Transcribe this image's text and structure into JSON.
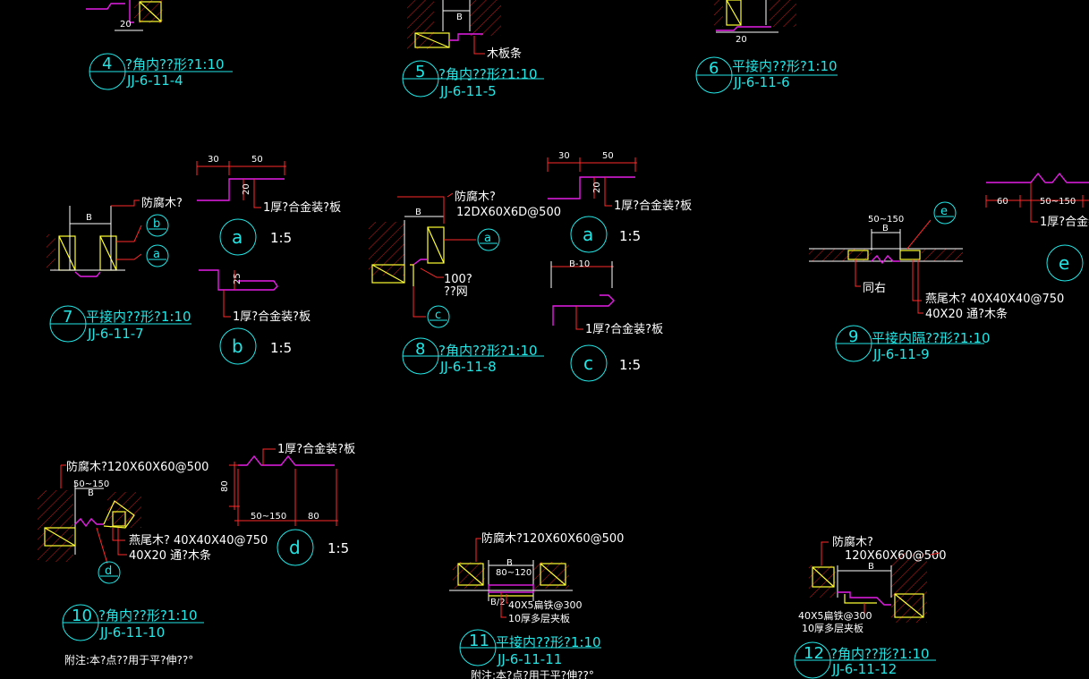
{
  "colors": {
    "background": "#000000",
    "text": "#22e6e6",
    "leader": "#ff2a2a",
    "profile": "#e51ee5",
    "wood": "#ffff33",
    "outline": "#ffffff"
  },
  "details": [
    {
      "id": "d4",
      "num": "4",
      "title": "?角内??形?1:10",
      "code": "JJ-6-11-4"
    },
    {
      "id": "d5",
      "num": "5",
      "title": "?角内??形?1:10",
      "code": "JJ-6-11-5"
    },
    {
      "id": "d6",
      "num": "6",
      "title": "平接内??形?1:10",
      "code": "JJ-6-11-6"
    },
    {
      "id": "d7",
      "num": "7",
      "title": "平接内??形?1:10",
      "code": "JJ-6-11-7"
    },
    {
      "id": "d8",
      "num": "8",
      "title": "?角内??形?1:10",
      "code": "JJ-6-11-8"
    },
    {
      "id": "d9",
      "num": "9",
      "title": "平接内隔??形?1:10",
      "code": "JJ-6-11-9"
    },
    {
      "id": "d10",
      "num": "10",
      "title": "?角内??形?1:10",
      "code": "JJ-6-11-10"
    },
    {
      "id": "d11",
      "num": "11",
      "title": "平接内??形?1:10",
      "code": "JJ-6-11-11"
    },
    {
      "id": "d12",
      "num": "12",
      "title": "?角内??形?1:10",
      "code": "JJ-6-11-12"
    }
  ],
  "sub_details": [
    {
      "id": "a1",
      "letter": "a",
      "scale": "1:5"
    },
    {
      "id": "b1",
      "letter": "b",
      "scale": "1:5"
    },
    {
      "id": "a2",
      "letter": "a",
      "scale": "1:5"
    },
    {
      "id": "c2",
      "letter": "c",
      "scale": "1:5"
    },
    {
      "id": "d3",
      "letter": "d",
      "scale": "1:5"
    },
    {
      "id": "e3",
      "letter": "e",
      "scale": ""
    }
  ],
  "labels": {
    "anticorrosive_wood": "防腐木?",
    "anticorrosive_spec": "12DX60X6D@500",
    "anticorrosive_full": "防腐木?120X60X60@500",
    "anticorrosive_12a": "防腐木?",
    "anticorrosive_12b": "120X60X60@500",
    "alloy_plate": "1厚?合金装?板",
    "wood_strip": "木板条",
    "mesh_a": "100?",
    "mesh_b": "??网",
    "dovetail": "燕尾木?  40X40X40@750",
    "dovetail_b": "40X20 通?木条",
    "same_right": "同右",
    "flat_iron": "40X5扁铁@300",
    "plywood": "10厚多层夹板",
    "note_10": "附注:本?点??用于平?伸??°",
    "note_11": "附注:本?点?用于平?伸??°"
  },
  "dims": {
    "b": "B",
    "n20": "20",
    "n30": "30",
    "n50": "50",
    "n25": "25",
    "b_minus_10": "B-10",
    "range_50_150": "50~150",
    "n60": "60",
    "n80": "80",
    "range_80_120": "80~120",
    "b_div_2": "B/2"
  },
  "markers": {
    "a": "a",
    "b": "b",
    "c": "c",
    "d": "d",
    "e": "e"
  }
}
